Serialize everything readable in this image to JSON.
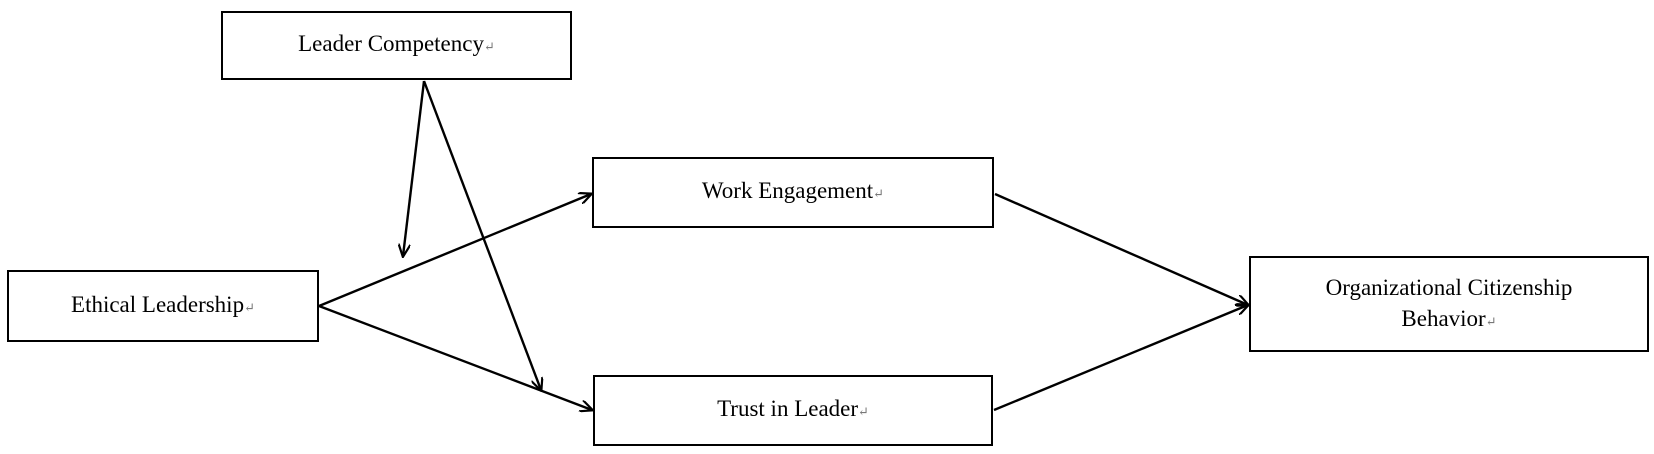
{
  "nodes": {
    "leader_competency": "Leader Competency",
    "work_engagement": "Work Engagement",
    "ethical_leadership": "Ethical Leadership",
    "trust_in_leader": "Trust in Leader",
    "ocb_line1": "Organizational Citizenship",
    "ocb_line2": "Behavior"
  },
  "paragraph_mark": "↵",
  "colors": {
    "stroke": "#000000",
    "background": "#ffffff",
    "paragraph_mark": "#777777"
  }
}
